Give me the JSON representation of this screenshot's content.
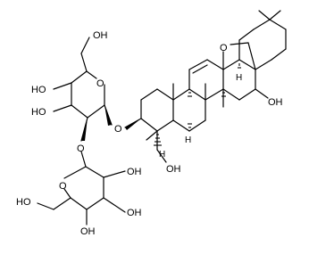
{
  "labels": {
    "oh": "OH",
    "ho": "HO",
    "o": "O",
    "h": "H"
  }
}
